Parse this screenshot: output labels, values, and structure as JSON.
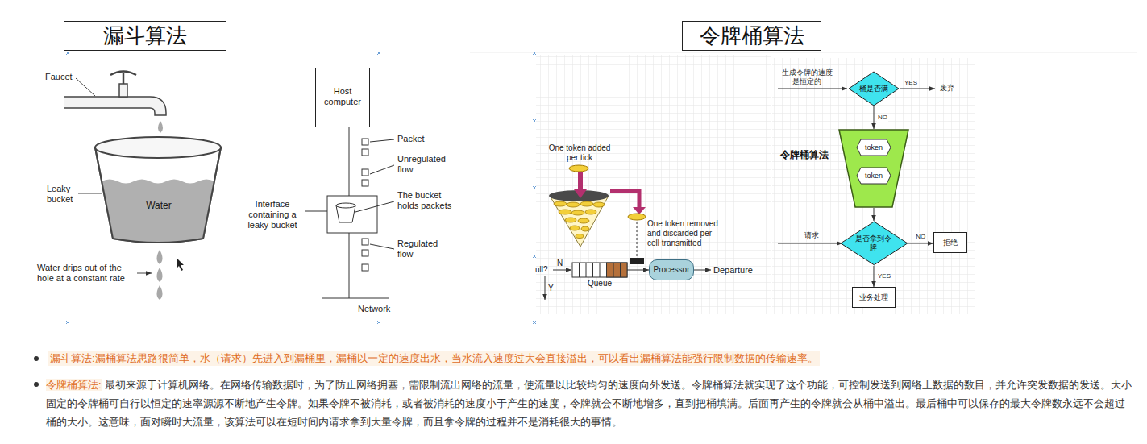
{
  "diagram": {
    "nodes": [
      {
        "text": [
          "漏斗算法"
        ]
      },
      {
        "text": [
          "令牌桶算法"
        ]
      },
      {
        "text": [
          "Water"
        ]
      },
      {
        "text": [
          "Host computer"
        ]
      },
      {
        "text": [
          "Processor"
        ]
      },
      {
        "text": [
          "桶是否满"
        ]
      },
      {
        "text": [
          "令牌桶算法"
        ]
      },
      {
        "text": [
          "token"
        ],
        "in": 6
      },
      {
        "text": [
          "token"
        ],
        "in": 6
      },
      {
        "text": [
          "是否拿到令牌"
        ]
      },
      {
        "text": [
          "拒绝"
        ]
      },
      {
        "text": [
          "业务处理"
        ]
      }
    ],
    "edges": [
      {
        "from": 5,
        "to": 6,
        "label": "NO",
        "arrow": "to"
      },
      {
        "from": 6,
        "to": 9,
        "arrow": "to"
      },
      {
        "from": 9,
        "to": 10,
        "label": "NO",
        "arrow": "to"
      },
      {
        "from": 9,
        "to": 11,
        "label": "YES",
        "arrow": "to"
      }
    ],
    "labels": [
      "Faucet",
      "Leaky bucket",
      "Water drips out of the hole at a constant rate",
      "Packet",
      "Unregulated flow",
      "Interface containing a leaky bucket",
      "The bucket holds packets",
      "Regulated flow",
      "Network",
      "One token added per tick",
      "One token removed and discarded per cell transmitted",
      "Queue",
      "Departure",
      "N",
      "Y",
      "ull?",
      "生成令牌的速度是恒定的",
      "YES",
      "废弃",
      "请求",
      "漏斗算法:漏桶算法思路很简单，水（请求）先进入到漏桶里，漏桶以一定的速度出水，当水流入速度过大会直接溢出，可以看出漏桶算法能强行限制数据的传输速率。",
      "令牌桶算法:",
      "最初来源于计算机网络。在网络传输数据时，为了防止网络拥塞，需限制流出网络的流量，使流量以比较均匀的速度向外发送。令牌桶算法就实现了这个功能，可控制发送到网络上数据的数目，并允许突发数据的发送。大小固定的令牌桶可自行以恒定的速率源源不断地产生令牌。如果令牌不被消耗，或者被消耗的速度小于产生的速度，令牌就会不断地增多，直到把桶填满。后面再产生的令牌就会从桶中溢出。最后桶中可以保存的最大令牌数永远不会超过桶的大小。这意味，面对瞬时大流量，该算法可以在短时间内请求拿到大量令牌，而且拿令牌的过程并不是消耗很大的事情。"
    ]
  }
}
